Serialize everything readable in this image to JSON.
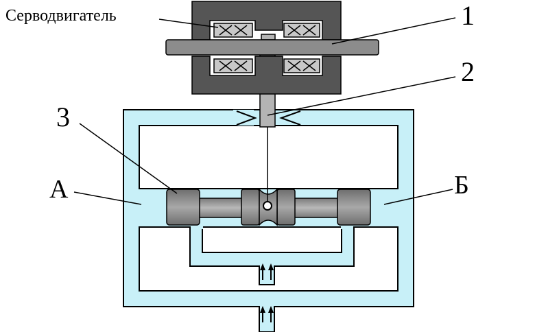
{
  "diagram": {
    "labels": {
      "servomotor": "Серводвигатель",
      "n1": "1",
      "n2": "2",
      "n3": "3",
      "a": "А",
      "b": "Б"
    },
    "colors": {
      "fluid": "#c8f0f8",
      "outline": "#000000",
      "motor_body": "#555555",
      "shaft": "#8c8c8c",
      "spool": "#8c8c8c",
      "stem": "#b4b4b4",
      "background": "#ffffff"
    }
  }
}
